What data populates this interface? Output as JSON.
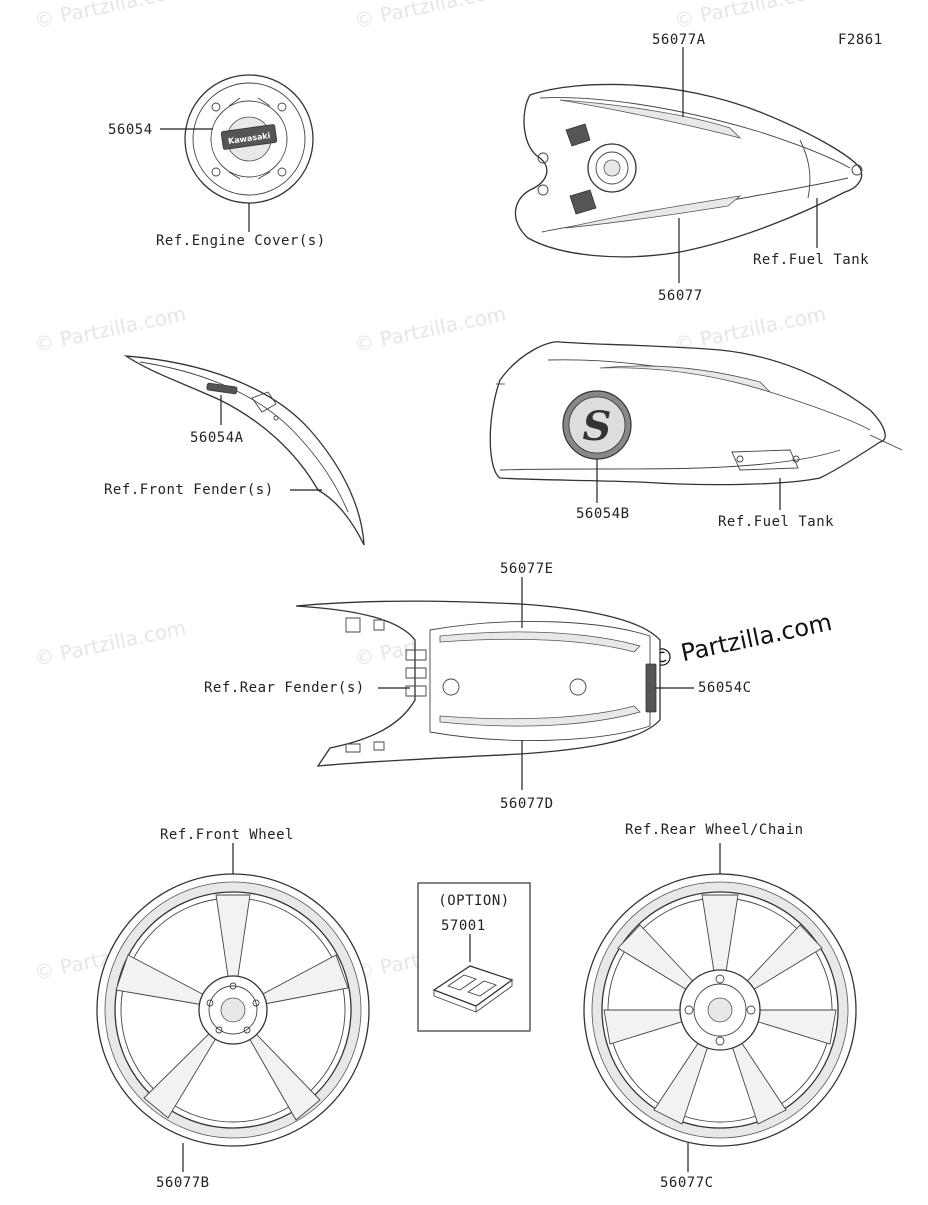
{
  "diagram_code": "F2861",
  "watermarks": {
    "text": "© Partzilla.com",
    "featured": "© Partzilla.com"
  },
  "parts": {
    "p56054": "56054",
    "p56054A": "56054A",
    "p56054B": "56054B",
    "p56054C": "56054C",
    "p56077": "56077",
    "p56077A": "56077A",
    "p56077B": "56077B",
    "p56077C": "56077C",
    "p56077D": "56077D",
    "p56077E": "56077E",
    "p57001": "57001"
  },
  "refs": {
    "engine_cover": "Ref.Engine Cover(s)",
    "fuel_tank_top": "Ref.Fuel Tank",
    "fuel_tank_side": "Ref.Fuel Tank",
    "front_fender": "Ref.Front Fender(s)",
    "rear_fender": "Ref.Rear Fender(s)",
    "front_wheel": "Ref.Front Wheel",
    "rear_wheel": "Ref.Rear Wheel/Chain"
  },
  "option_box": {
    "label": "(OPTION)"
  },
  "logo_text": "Kawasaki"
}
